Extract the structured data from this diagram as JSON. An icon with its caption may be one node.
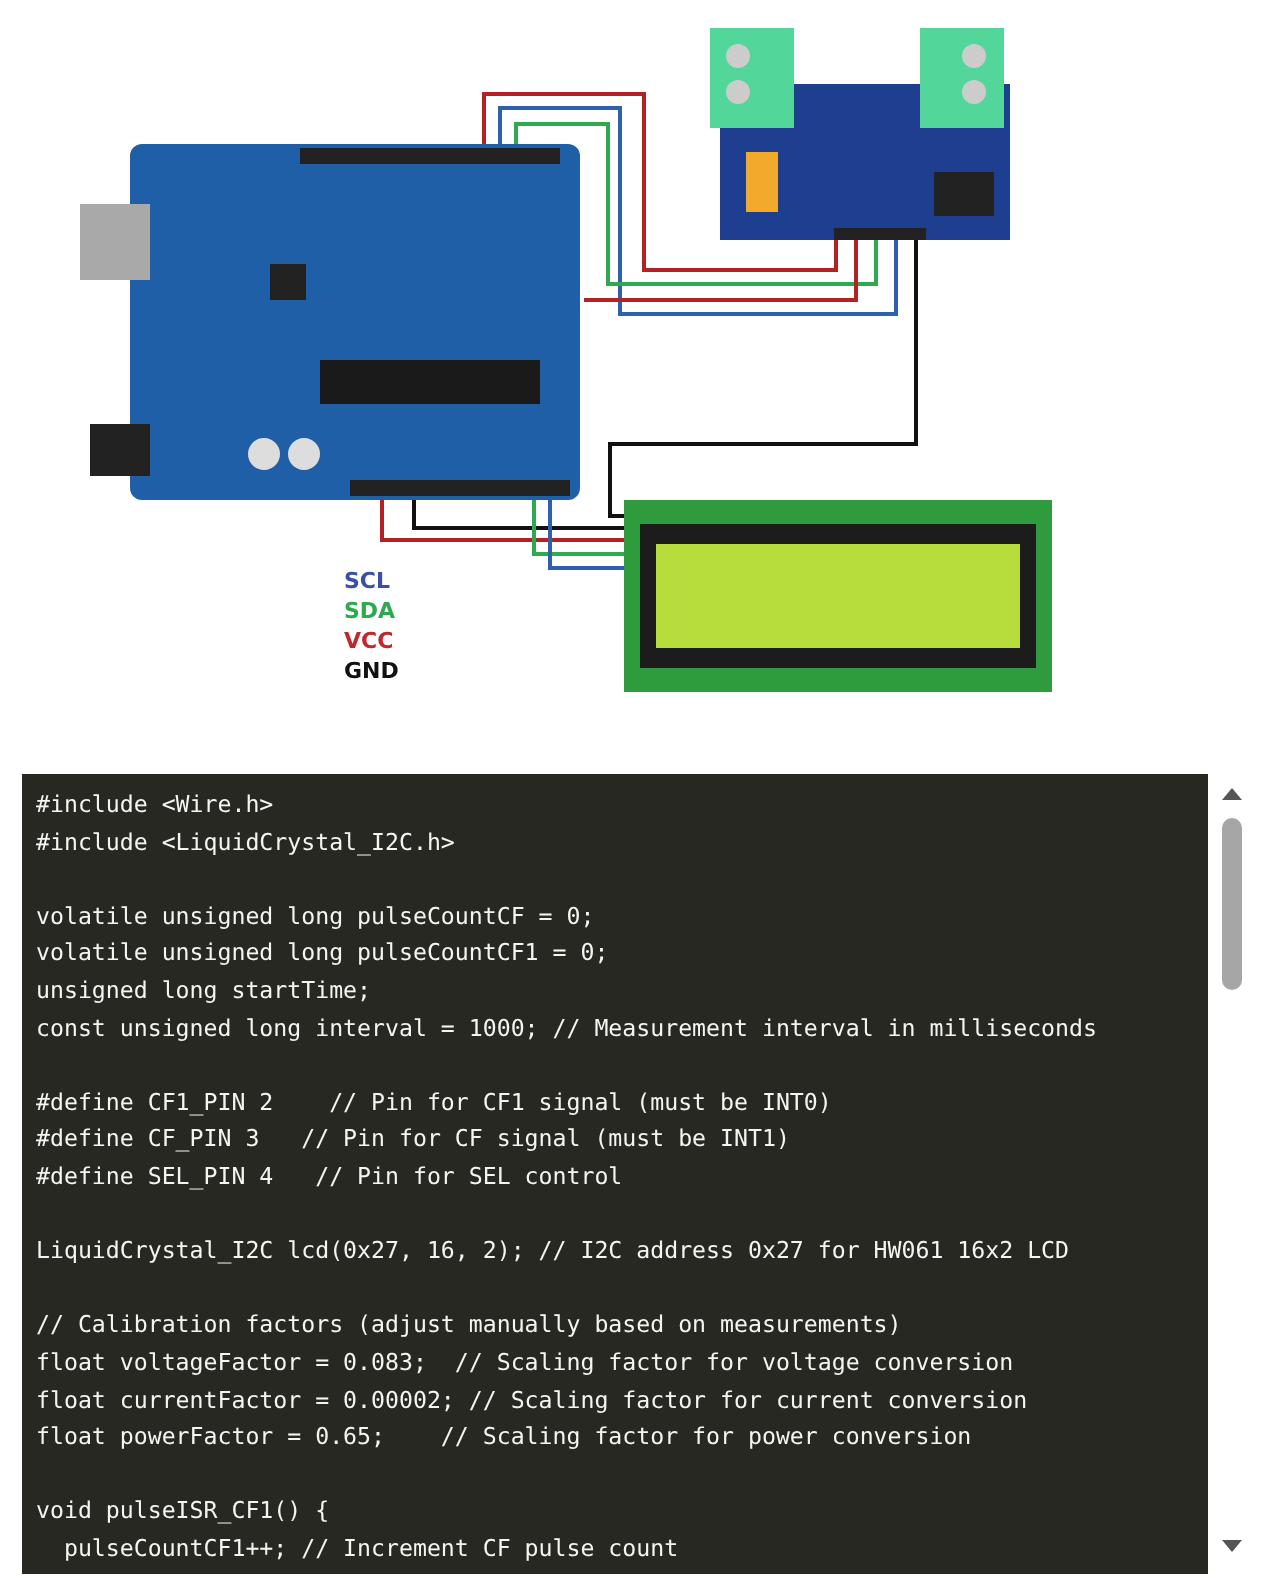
{
  "diagram": {
    "nodes": [
      {
        "text": [],
        "shape": "picture"
      },
      {
        "text": [],
        "shape": "picture"
      },
      {
        "text": [],
        "shape": "picture"
      }
    ],
    "edges": [
      {
        "from": 0,
        "to": 1,
        "arrow": "none",
        "color": "#b22222"
      },
      {
        "from": 0,
        "to": 1,
        "arrow": "none",
        "color": "#2f5fb0"
      },
      {
        "from": 0,
        "to": 1,
        "arrow": "none",
        "color": "#2fa84f"
      },
      {
        "from": 0,
        "to": 1,
        "arrow": "none",
        "color": "#b22222"
      },
      {
        "from": 1,
        "to": 2,
        "arrow": "none",
        "color": "#111111"
      },
      {
        "from": 0,
        "to": 2,
        "arrow": "none",
        "color": "#111111"
      },
      {
        "from": 0,
        "to": 2,
        "arrow": "none",
        "color": "#b22222"
      },
      {
        "from": 0,
        "to": 2,
        "arrow": "none",
        "color": "#2fa84f"
      },
      {
        "from": 0,
        "to": 2,
        "arrow": "none",
        "color": "#2f5fb0"
      }
    ],
    "labels": [
      "#include <Wire.h>",
      "#include <LiquidCrystal_I2C.h>",
      "volatile unsigned long pulseCountCF = 0;",
      "volatile unsigned long pulseCountCF1 = 0;",
      "unsigned long startTime;",
      "const unsigned long interval = 1000; // Measurement interval in milliseconds",
      "#define CF1_PIN 2    // Pin for CF1 signal (must be INT0)",
      "#define CF_PIN 3   // Pin for CF signal (must be INT1)",
      "#define SEL_PIN 4   // Pin for SEL control",
      "LiquidCrystal_I2C lcd(0x27, 16, 2); // I2C address 0x27 for HW061 16x2 LCD",
      "// Calibration factors (adjust manually based on measurements)",
      "float voltageFactor = 0.083;  // Scaling factor for voltage conversion",
      "float currentFactor = 0.00002; // Scaling factor for current conversion",
      "float powerFactor = 0.65;    // Scaling factor for power conversion",
      "void pulseISR_CF1() {",
      "  pulseCountCF1++; // Increment CF pulse count"
    ],
    "legend": [
      {
        "text": "SCL",
        "color": "#3b4fa8"
      },
      {
        "text": "SDA",
        "color": "#2fa84f"
      },
      {
        "text": "VCC",
        "color": "#c0282d"
      },
      {
        "text": "GND",
        "color": "#111111"
      }
    ]
  }
}
